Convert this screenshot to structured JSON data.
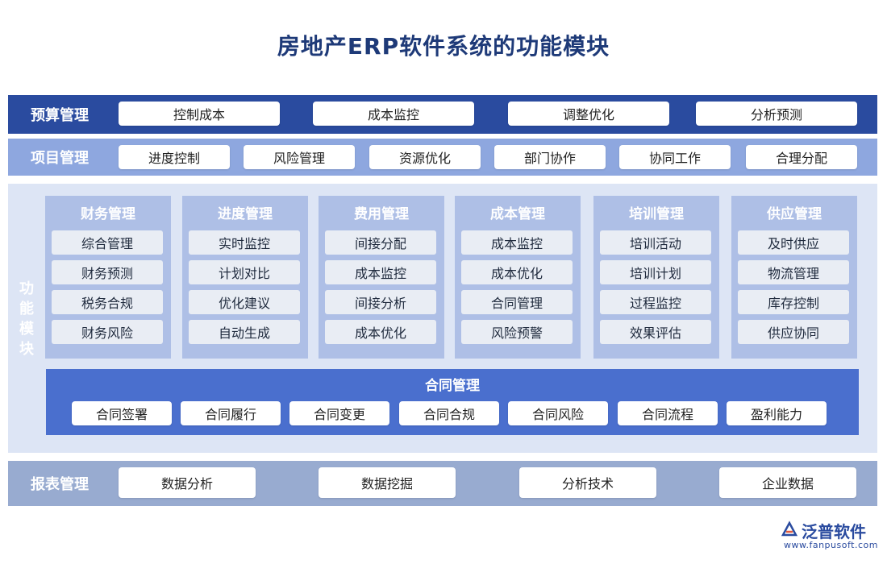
{
  "title": "房地产ERP软件系统的功能模块",
  "budget": {
    "label": "预算管理",
    "items": [
      "控制成本",
      "成本监控",
      "调整优化",
      "分析预测"
    ]
  },
  "project": {
    "label": "项目管理",
    "items": [
      "进度控制",
      "风险管理",
      "资源优化",
      "部门协作",
      "协同工作",
      "合理分配"
    ]
  },
  "functions": {
    "label": "功能模块",
    "columns": [
      {
        "title": "财务管理",
        "items": [
          "综合管理",
          "财务预测",
          "税务合规",
          "财务风险"
        ]
      },
      {
        "title": "进度管理",
        "items": [
          "实时监控",
          "计划对比",
          "优化建议",
          "自动生成"
        ]
      },
      {
        "title": "费用管理",
        "items": [
          "间接分配",
          "成本监控",
          "间接分析",
          "成本优化"
        ]
      },
      {
        "title": "成本管理",
        "items": [
          "成本监控",
          "成本优化",
          "合同管理",
          "风险预警"
        ]
      },
      {
        "title": "培训管理",
        "items": [
          "培训活动",
          "培训计划",
          "过程监控",
          "效果评估"
        ]
      },
      {
        "title": "供应管理",
        "items": [
          "及时供应",
          "物流管理",
          "库存控制",
          "供应协同"
        ]
      }
    ],
    "contract": {
      "title": "合同管理",
      "items": [
        "合同签署",
        "合同履行",
        "合同变更",
        "合同合规",
        "合同风险",
        "合同流程",
        "盈利能力"
      ]
    }
  },
  "report": {
    "label": "报表管理",
    "items": [
      "数据分析",
      "数据挖掘",
      "分析技术",
      "企业数据"
    ]
  },
  "logo": {
    "name": "泛普软件",
    "url": "www.fanpusoft.com"
  }
}
